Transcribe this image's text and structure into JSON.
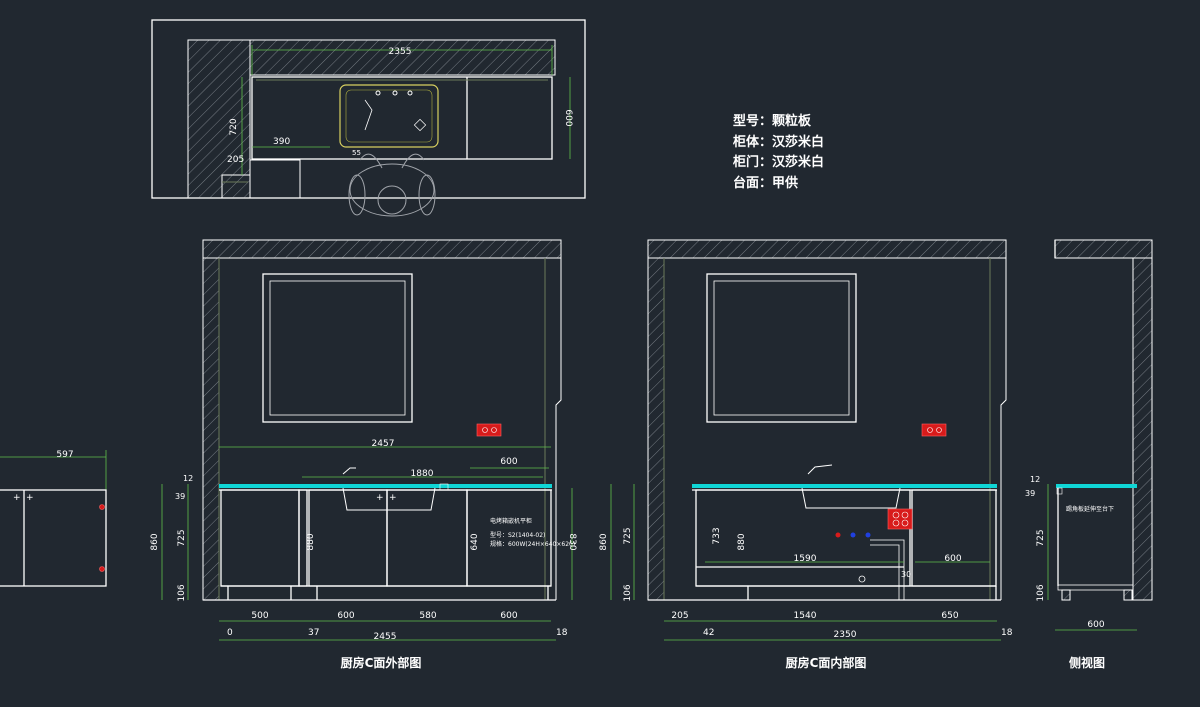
{
  "info_block": {
    "line1": "型号：颗粒板",
    "line2": "柜体：汉莎米白",
    "line3": "柜门：汉莎米白",
    "line4": "台面：甲供"
  },
  "titles": {
    "exterior": "厨房C面外部图",
    "interior": "厨房C面内部图",
    "side": "侧视图"
  },
  "plan_dims": {
    "top": "2355",
    "right": "600",
    "left": "720",
    "step": "205",
    "inner": "390",
    "small": "55"
  },
  "exterior_dims": {
    "overall_top": "2457",
    "sink": "1880",
    "right_top": "600",
    "top_thk": "12",
    "h_39": "39",
    "h_725": "725",
    "h_860": "860",
    "h_106": "106",
    "h_880_mid": "880",
    "h_640": "640",
    "h_830": "830",
    "w_500": "500",
    "w_600a": "600",
    "w_580": "580",
    "w_600b": "600",
    "x_0": "0",
    "x_37": "37",
    "total": "2455",
    "end": "18"
  },
  "exterior_note": {
    "l1": "电烤箱嵌机平柜",
    "l2": "型号：S2(1404-02)",
    "l3": "规格：600W(24H×640×620)"
  },
  "interior_dims": {
    "h_860": "860",
    "h_725": "725",
    "h_106": "106",
    "h_733": "733",
    "h_880": "880",
    "w_1590": "1590",
    "w_600": "600",
    "w_30": "30",
    "b_205": "205",
    "b_1540": "1540",
    "b_650": "650",
    "x_42": "42",
    "total": "2350",
    "end": "18"
  },
  "side_dims": {
    "h_12": "12",
    "h_39": "39",
    "h_725": "725",
    "h_106": "106",
    "w_600": "600"
  },
  "side_note": "踢角板延伸至台下",
  "left_partial": {
    "w_597": "597"
  }
}
